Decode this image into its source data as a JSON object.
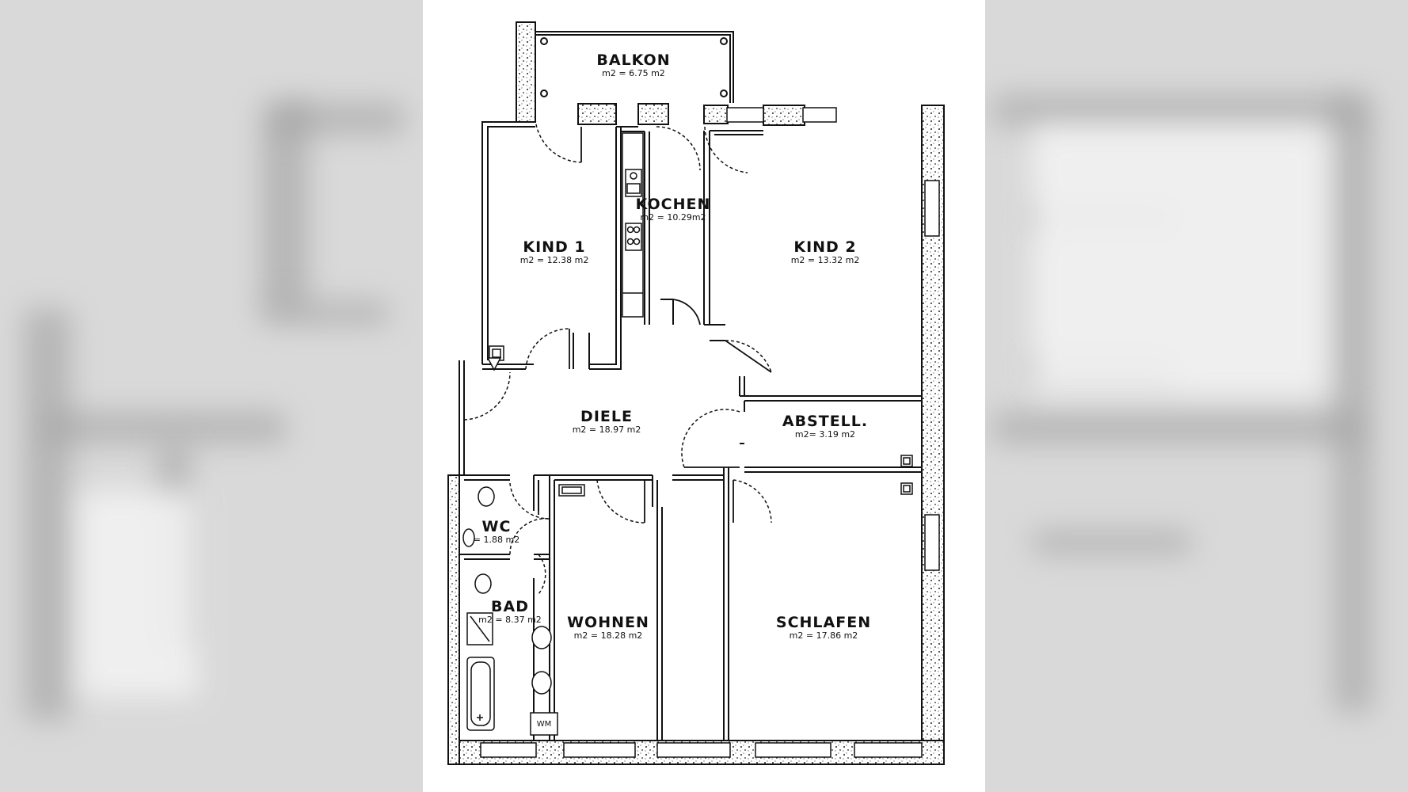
{
  "plan": {
    "rooms": [
      {
        "id": "balkon",
        "name": "BALKON",
        "area": "m2 = 6.75 m2"
      },
      {
        "id": "kochen",
        "name": "KOCHEN",
        "area": "m2 = 10.29m2"
      },
      {
        "id": "kind1",
        "name": "KIND 1",
        "area": "m2 = 12.38 m2"
      },
      {
        "id": "kind2",
        "name": "KIND 2",
        "area": "m2 = 13.32 m2"
      },
      {
        "id": "diele",
        "name": "DIELE",
        "area": "m2 = 18.97 m2"
      },
      {
        "id": "abstell",
        "name": "ABSTELL.",
        "area": "m2= 3.19 m2"
      },
      {
        "id": "wc",
        "name": "WC",
        "area": "= 1.88 m2"
      },
      {
        "id": "bad",
        "name": "BAD",
        "area": "m2 = 8.37 m2"
      },
      {
        "id": "wohnen",
        "name": "WOHNEN",
        "area": "m2 = 18.28 m2"
      },
      {
        "id": "schlafen",
        "name": "SCHLAFEN",
        "area": "m2 = 17.86 m2"
      }
    ],
    "fixtures": {
      "wm_label": "WM"
    }
  }
}
